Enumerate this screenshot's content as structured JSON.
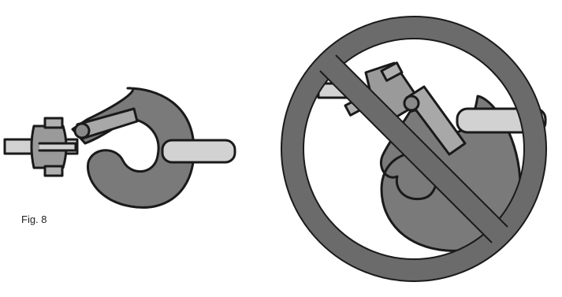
{
  "figure": {
    "caption": "Fig. 8"
  },
  "illustrations": [
    {
      "name": "correct-hook-attachment",
      "icon": "hook-icon"
    },
    {
      "name": "incorrect-hook-attachment",
      "icon": "hook-icon",
      "overlay": "prohibition-sign"
    }
  ],
  "colors": {
    "outline": "#1a1a1a",
    "metal_dark": "#7a7a7a",
    "metal_mid": "#a8a8a8",
    "metal_light": "#d2d2d2",
    "prohibition": "#6b6b6b"
  }
}
